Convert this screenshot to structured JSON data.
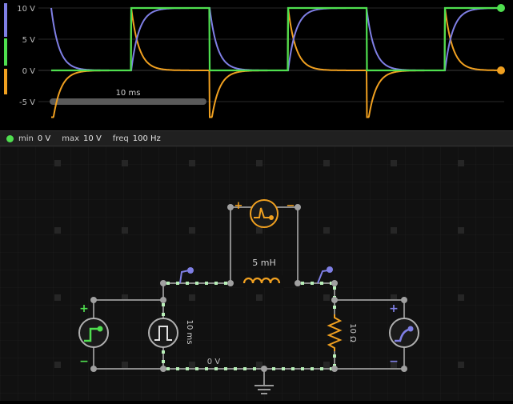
{
  "scope": {
    "y_ticks": [
      "10 V",
      "5 V",
      "0 V",
      "-5 V"
    ],
    "time_label": "10 ms",
    "channel_colors": [
      "#7f7fe5",
      "#4fdf4f",
      "#f0a020"
    ],
    "period_ms": 10,
    "time_constant_ms": 0.5,
    "source_min_v": 0,
    "source_max_v": 10,
    "y_range_v": [
      -7.5,
      10.5
    ]
  },
  "info": {
    "status_color": "#4fdf4f",
    "min_label": "min",
    "min_value": "0 V",
    "max_label": "max",
    "max_value": "10 V",
    "freq_label": "freq",
    "freq_value": "100 Hz"
  },
  "circuit": {
    "inductor_label": "5 mH",
    "resistor_label": "10 Ω",
    "pulse_label": "10 ms",
    "node_label": "0 V",
    "plus_sign": "+",
    "minus_sign": "−",
    "colors": {
      "wire": "#8a8a8a",
      "active": "#b8f0b8",
      "orange": "#f0a020",
      "blue": "#7f7fe5",
      "green": "#4fdf4f"
    }
  }
}
